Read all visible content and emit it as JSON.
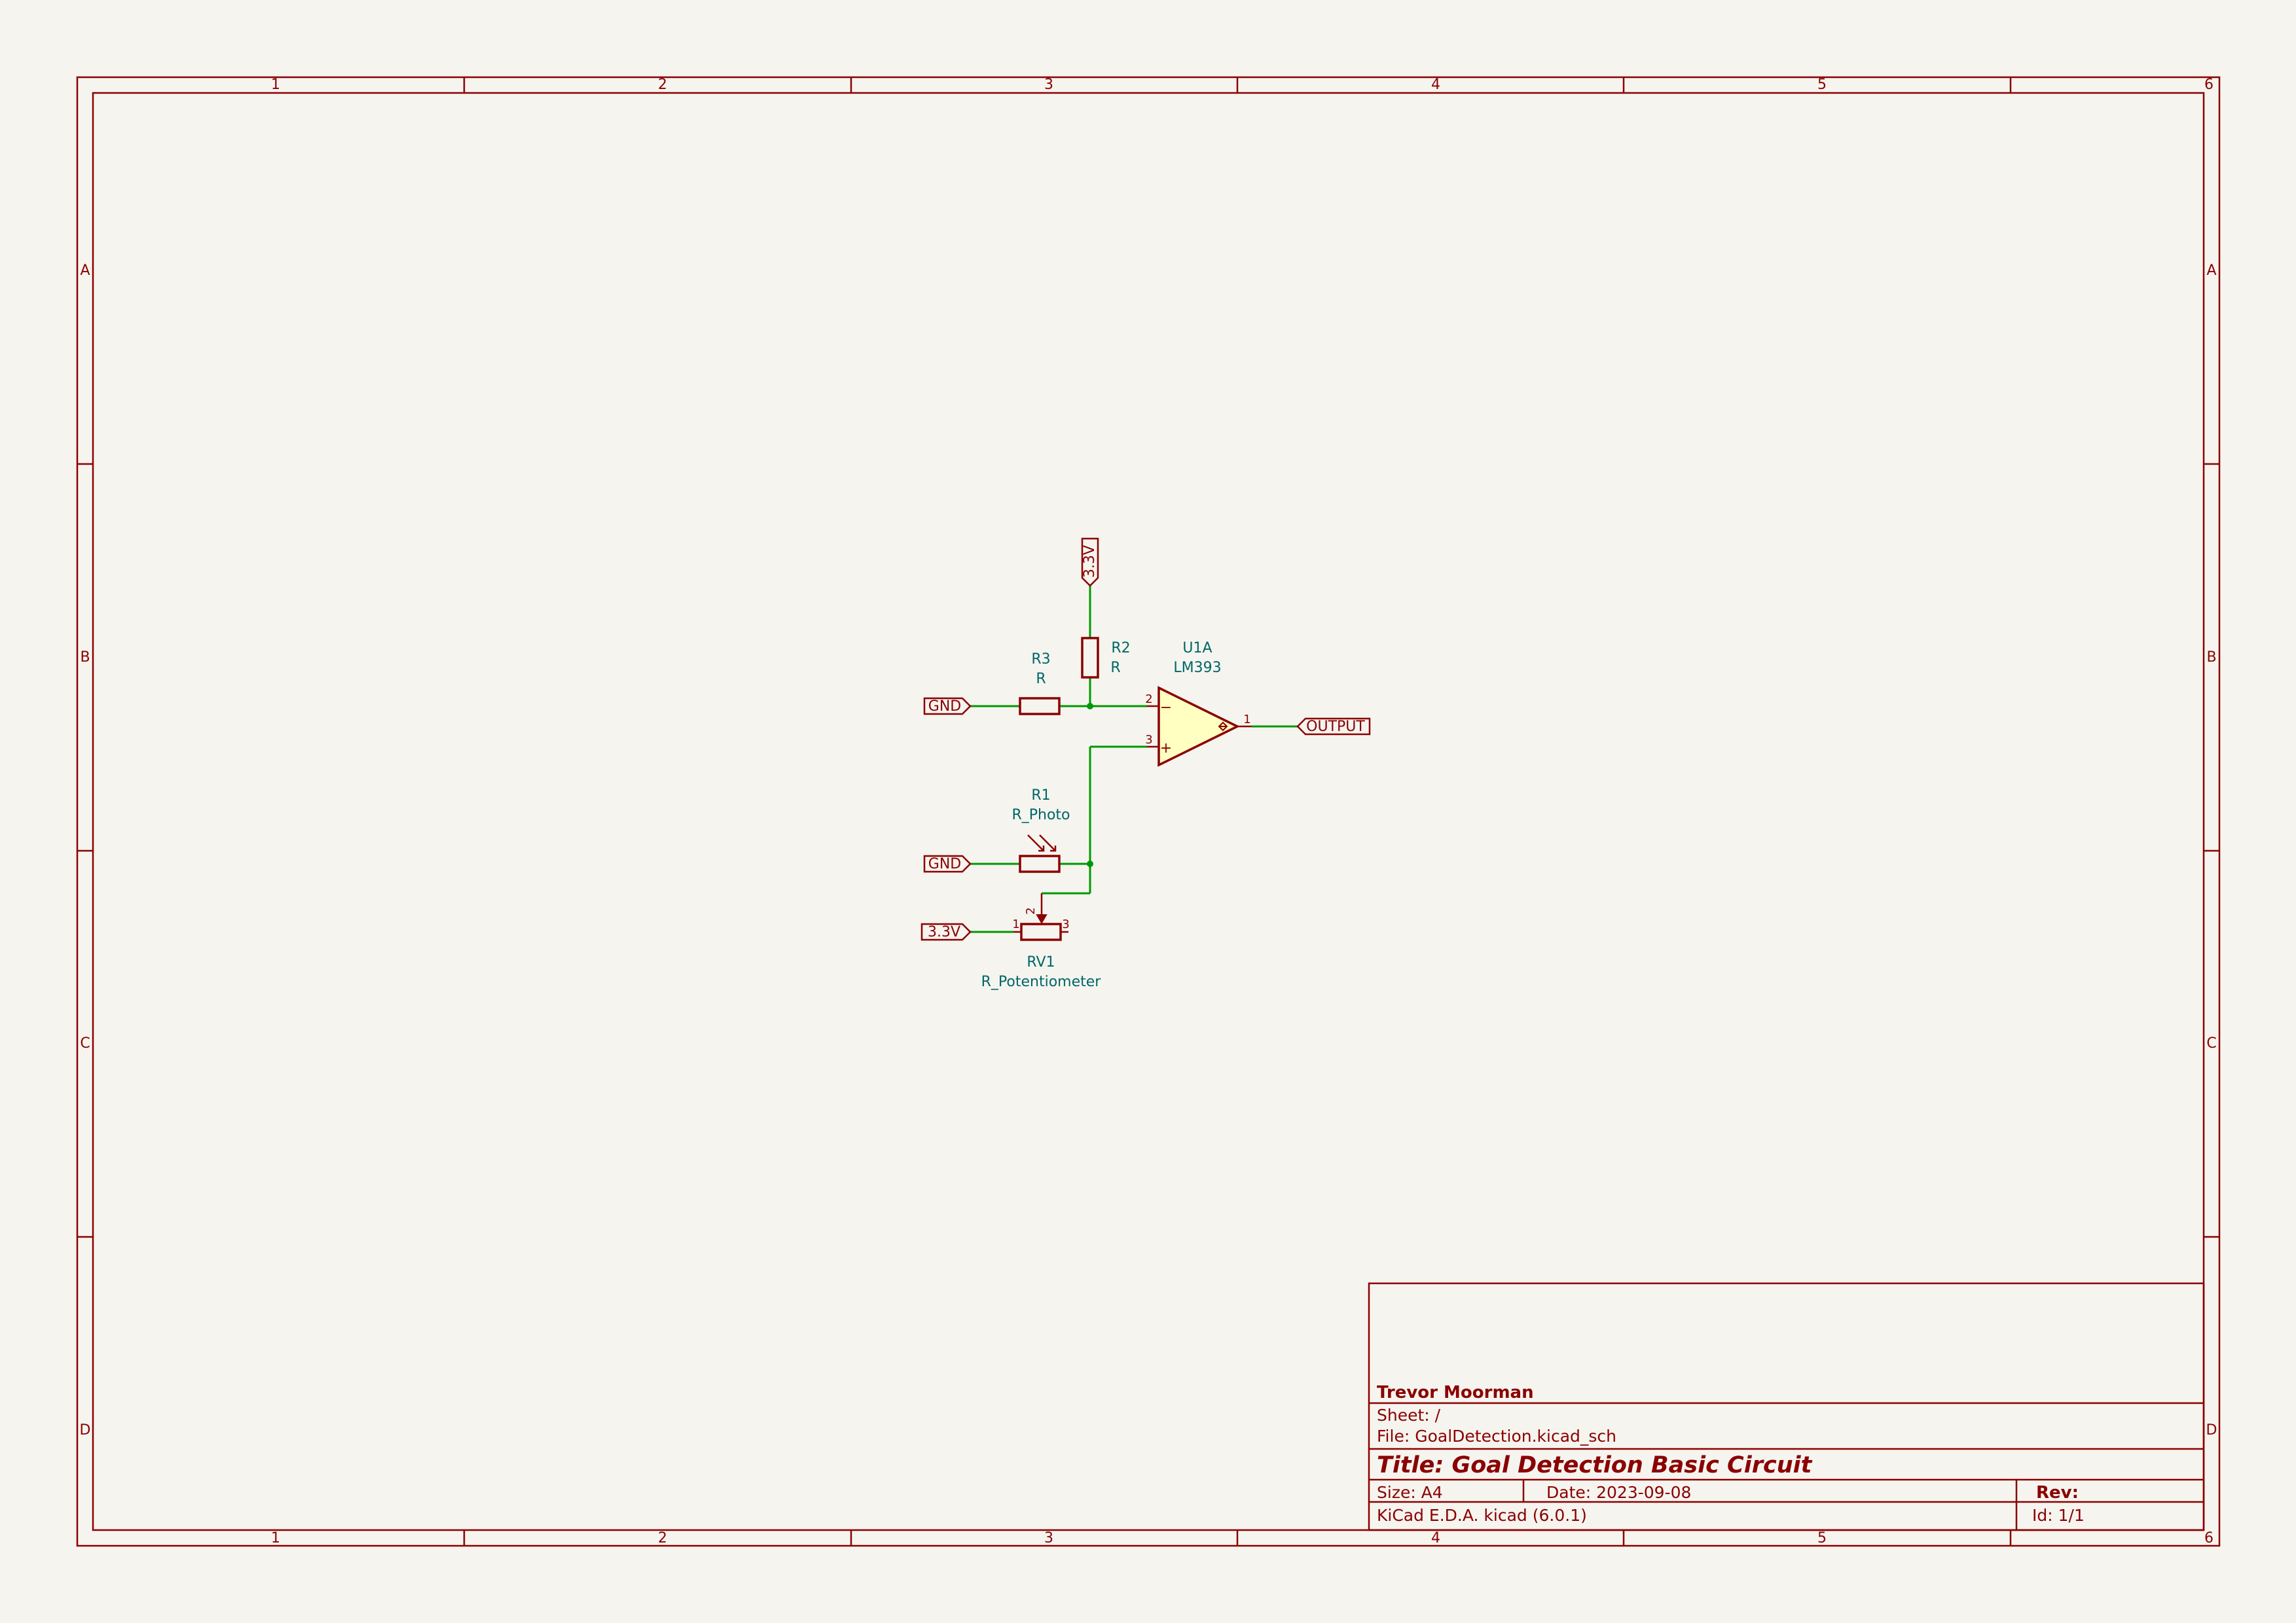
{
  "frame": {
    "columns": [
      "1",
      "2",
      "3",
      "4",
      "5",
      "6"
    ],
    "rows": [
      "A",
      "B",
      "C",
      "D"
    ]
  },
  "components": {
    "r3": {
      "ref": "R3",
      "value": "R"
    },
    "r2": {
      "ref": "R2",
      "value": "R"
    },
    "u1a": {
      "ref": "U1A",
      "value": "LM393",
      "pins": {
        "minus": "2",
        "plus": "3",
        "out": "1"
      }
    },
    "r1": {
      "ref": "R1",
      "value": "R_Photo"
    },
    "rv1": {
      "ref": "RV1",
      "value": "R_Potentiometer",
      "pins": {
        "p1": "1",
        "p2": "2",
        "p3": "3"
      }
    }
  },
  "labels": {
    "vcc_top": "3.3V",
    "gnd_r3": "GND",
    "gnd_r1": "GND",
    "vcc_rv1": "3.3V",
    "output": "OUTPUT"
  },
  "opamp_symbols": {
    "minus": "−",
    "plus": "+"
  },
  "title_block": {
    "author": "Trevor Moorman",
    "sheet": "Sheet: /",
    "file": "File: GoalDetection.kicad_sch",
    "title": "Title: Goal Detection Basic Circuit",
    "size": "Size: A4",
    "date": "Date: 2023-09-08",
    "rev": "Rev:",
    "tool": "KiCad E.D.A.  kicad (6.0.1)",
    "id": "Id: 1/1"
  },
  "colors": {
    "frame": "#8b0000",
    "wire": "#009900",
    "component_text": "#006666",
    "opamp_fill": "#ffffc2",
    "background": "#f5f4ef"
  }
}
